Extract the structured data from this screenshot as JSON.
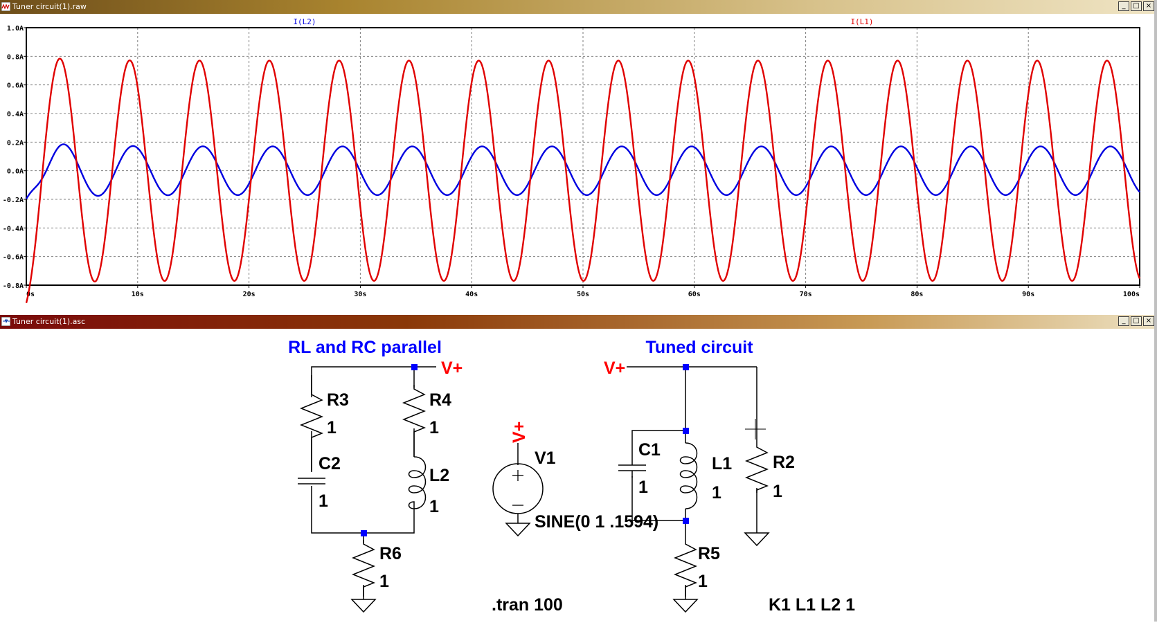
{
  "windows": {
    "plot_title": "Tuner circuit(1).raw",
    "schematic_title": "Tuner circuit(1).asc",
    "buttons": {
      "minimize": "_",
      "restore": "□",
      "close": "×"
    }
  },
  "colors": {
    "trace_l2": "#0000e0",
    "trace_l1": "#e00000",
    "schem_title": "#0000ff",
    "net_label": "#ff0000",
    "wire": "#000000",
    "junction": "#0000ff"
  },
  "chart_data": {
    "type": "line",
    "x_ticks": [
      "0s",
      "10s",
      "20s",
      "30s",
      "40s",
      "50s",
      "60s",
      "70s",
      "80s",
      "90s",
      "100s"
    ],
    "y_ticks": [
      "1.0A",
      "0.8A",
      "0.6A",
      "0.4A",
      "0.2A",
      "0.0A",
      "-0.2A",
      "-0.4A",
      "-0.6A",
      "-0.8A"
    ],
    "xlim": [
      0,
      100
    ],
    "ylim": [
      -0.8,
      1.0
    ],
    "grid": true,
    "series": [
      {
        "name": "I(L2)",
        "color": "#0000e0",
        "amplitude": 0.17,
        "period_s": 6.27,
        "first_peak": 0.2
      },
      {
        "name": "I(L1)",
        "color": "#e00000",
        "amplitude": 0.77,
        "period_s": 6.27,
        "first_peak": 0.81,
        "first_trough": -0.77
      }
    ]
  },
  "schematic": {
    "title_left": "RL and RC parallel",
    "title_right": "Tuned circuit",
    "components": {
      "R3": {
        "name": "R3",
        "value": "1"
      },
      "C2": {
        "name": "C2",
        "value": "1"
      },
      "R4": {
        "name": "R4",
        "value": "1"
      },
      "L2": {
        "name": "L2",
        "value": "1"
      },
      "R6": {
        "name": "R6",
        "value": "1"
      },
      "V1": {
        "name": "V1",
        "value": "SINE(0 1 .1594)"
      },
      "C1": {
        "name": "C1",
        "value": "1"
      },
      "L1": {
        "name": "L1",
        "value": "1"
      },
      "R2": {
        "name": "R2",
        "value": "1"
      },
      "R5": {
        "name": "R5",
        "value": "1"
      }
    },
    "net_label": "V+",
    "directive_tran": ".tran 100",
    "directive_k": "K1 L1 L2 1"
  }
}
